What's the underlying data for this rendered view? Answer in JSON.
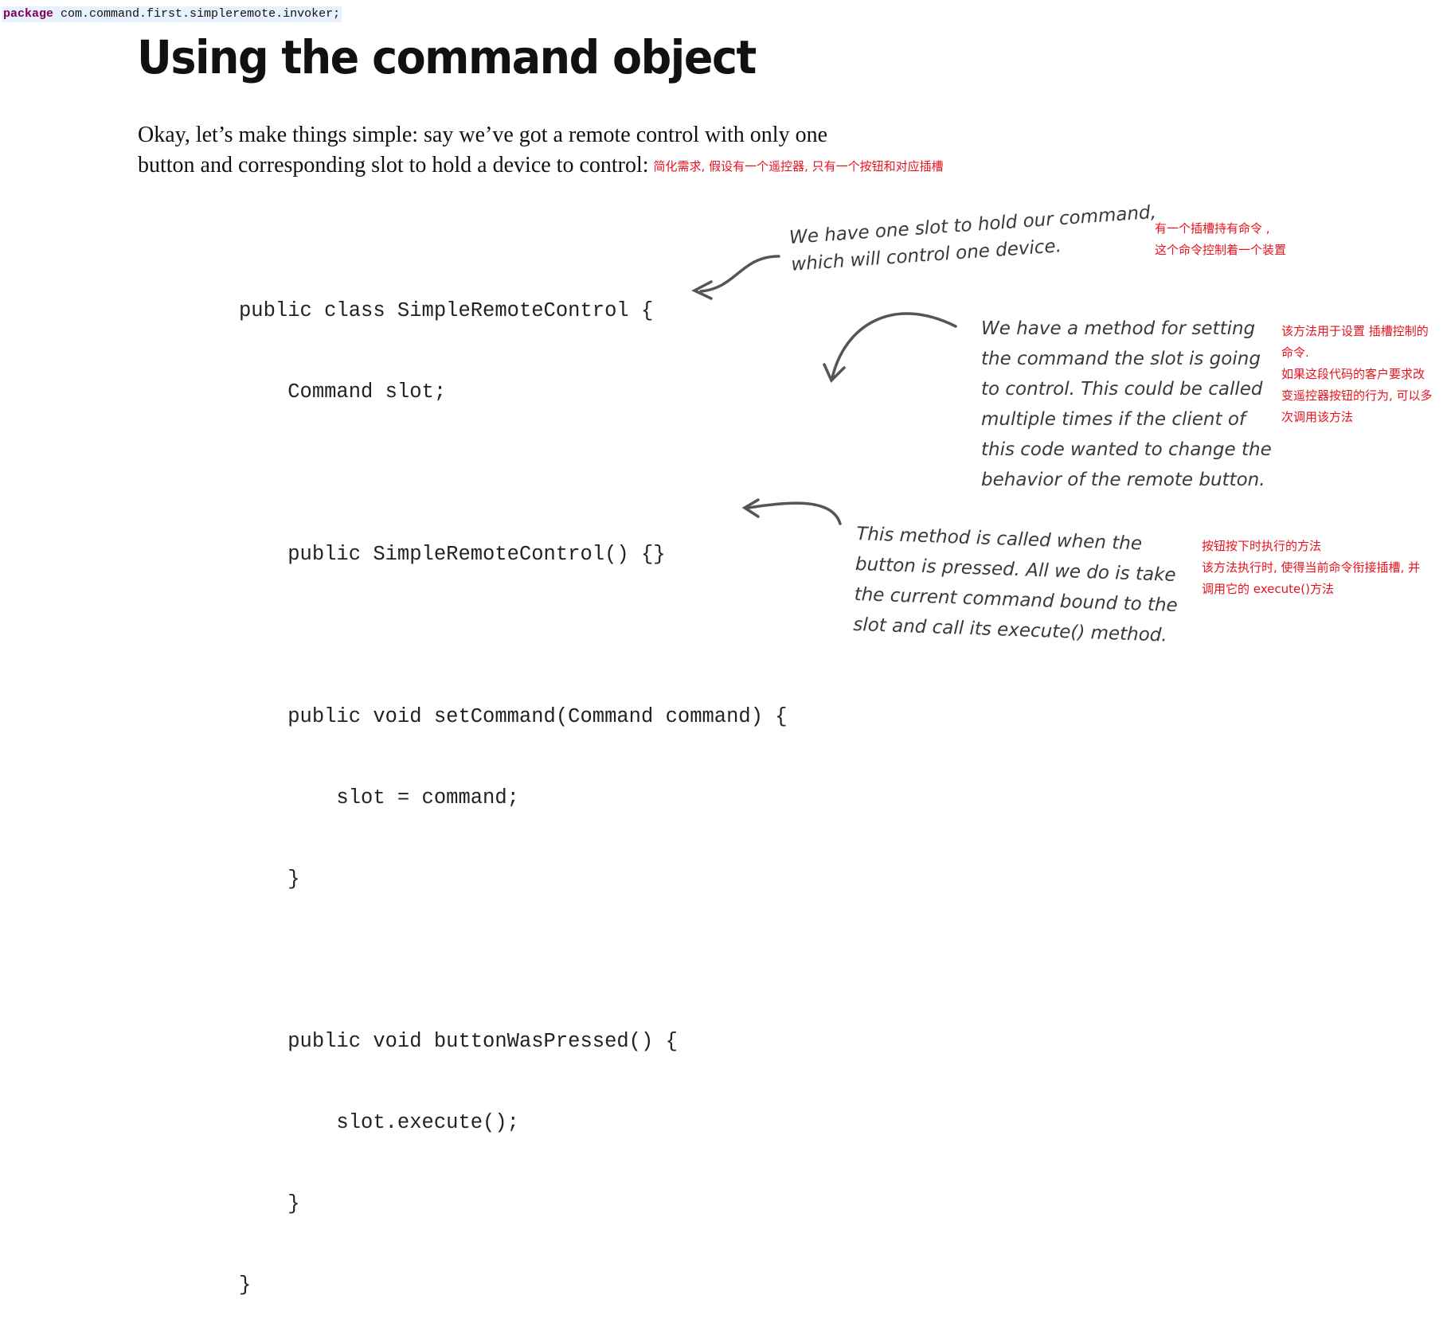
{
  "package_line": {
    "keyword": "package",
    "name": "com.command.first.simpleremote.invoker;"
  },
  "title": "Using the command object",
  "intro": {
    "line1": "Okay, let’s make things simple: say we’ve got a remote control with only one",
    "line2": "button and corresponding slot to hold a device to control:",
    "note": "简化需求, 假设有一个遥控器, 只有一个按钮和对应插槽"
  },
  "code": [
    "public class SimpleRemoteControl {",
    "    Command slot;",
    "",
    "    public SimpleRemoteControl() {}",
    "",
    "    public void setCommand(Command command) {",
    "        slot = command;",
    "    }",
    "",
    "    public void buttonWasPressed() {",
    "        slot.execute();",
    "    }",
    "}"
  ],
  "annotations": {
    "slot": [
      "We have one slot to hold our command,",
      "which will control one device."
    ],
    "setCommand": [
      "We have a method for setting",
      "the command the slot is going",
      "to control.  This could be called",
      "multiple times if the client of",
      "this code wanted to change the",
      "behavior of the remote button."
    ],
    "buttonWasPressed": [
      "This method is called when the",
      "button is pressed.  All we do is take",
      "the current command bound to the",
      "slot and call its execute() method."
    ]
  },
  "notes": {
    "slot": [
      "有一个插槽持有命令 ,",
      "这个命令控制着一个装置"
    ],
    "setCommand": [
      "该方法用于设置 插槽控制的",
      "命令.",
      "如果这段代码的客户要求改",
      "变遥控器按钮的行为, 可以多",
      "次调用该方法"
    ],
    "buttonWasPressed": [
      "按钮按下时执行的方法",
      "该方法执行时, 使得当前命令衔接插槽, 并",
      "调用它的 execute()方法"
    ]
  },
  "colors": {
    "note_red": "#e8121e",
    "package_keyword": "#7f0055",
    "package_bg": "#e8f2fe"
  }
}
